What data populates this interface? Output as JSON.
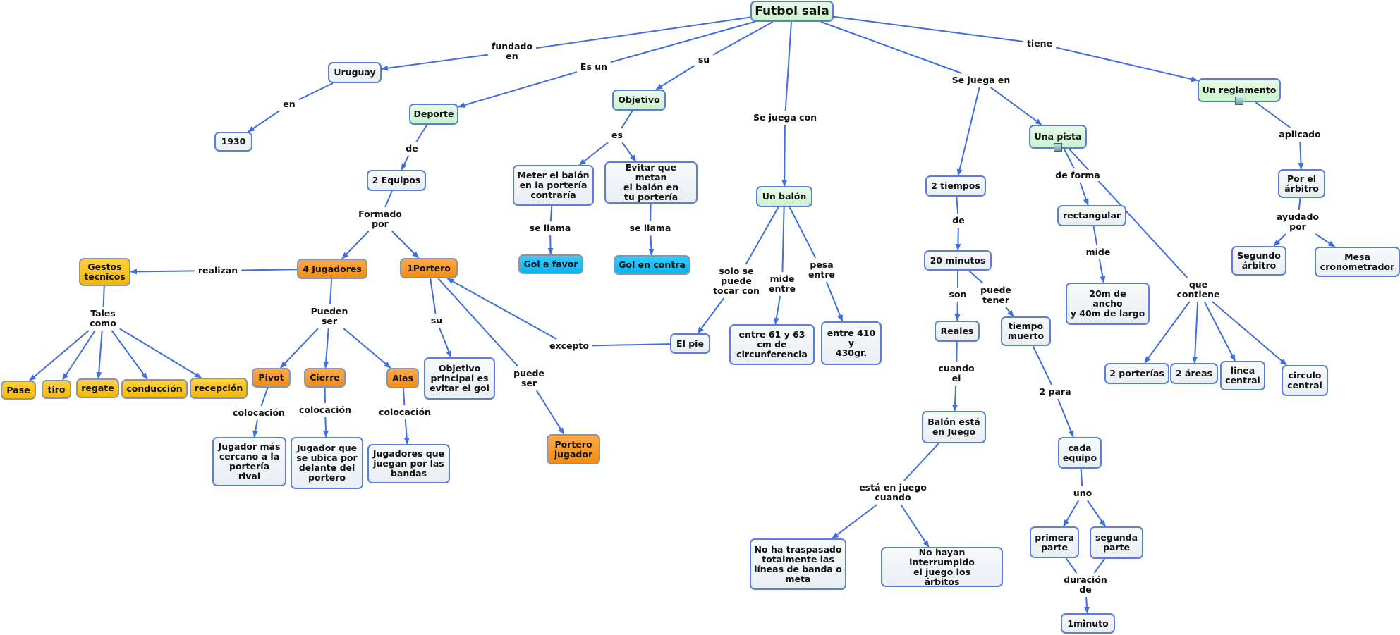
{
  "title": "Futbol sala",
  "nodes": [
    {
      "id": "futbol_sala",
      "text": "Futbol sala",
      "style": "green"
    },
    {
      "id": "uruguay",
      "text": "Uruguay",
      "style": "plain"
    },
    {
      "id": "y1930",
      "text": "1930",
      "style": "plain"
    },
    {
      "id": "deporte",
      "text": "Deporte",
      "style": "green"
    },
    {
      "id": "objetivo",
      "text": "Objetivo",
      "style": "green"
    },
    {
      "id": "un_balon",
      "text": "Un balón",
      "style": "green"
    },
    {
      "id": "un_reglamento",
      "text": "Un reglamento",
      "style": "green"
    },
    {
      "id": "una_pista",
      "text": "Una pista",
      "style": "green"
    },
    {
      "id": "dos_equipos",
      "text": "2 Equipos",
      "style": "plain"
    },
    {
      "id": "meter_balon",
      "text": "Meter el balón\nen la portería\ncontraría",
      "style": "plain"
    },
    {
      "id": "evitar",
      "text": "Evitar que metan\nel balón en\ntu portería",
      "style": "plain"
    },
    {
      "id": "gol_favor",
      "text": "Gol a favor",
      "style": "blue"
    },
    {
      "id": "gol_contra",
      "text": "Gol en contra",
      "style": "blue"
    },
    {
      "id": "gestos",
      "text": "Gestos\ntecnicos",
      "style": "yellow"
    },
    {
      "id": "cuatro_jug",
      "text": "4 Jugadores",
      "style": "orange"
    },
    {
      "id": "portero1",
      "text": "1Portero",
      "style": "orange"
    },
    {
      "id": "pase",
      "text": "Pase",
      "style": "yellow"
    },
    {
      "id": "tiro",
      "text": "tiro",
      "style": "yellow"
    },
    {
      "id": "regate",
      "text": "regate",
      "style": "yellow"
    },
    {
      "id": "conduccion",
      "text": "conducción",
      "style": "yellow"
    },
    {
      "id": "recepcion",
      "text": "recepción",
      "style": "yellow"
    },
    {
      "id": "pivot",
      "text": "Pivot",
      "style": "orange"
    },
    {
      "id": "cierre",
      "text": "Cierre",
      "style": "orange"
    },
    {
      "id": "alas",
      "text": "Alas",
      "style": "orange"
    },
    {
      "id": "jug_cercano",
      "text": "Jugador más\ncercano a la\nportería\nrival",
      "style": "plain"
    },
    {
      "id": "jug_delante",
      "text": "Jugador que\nse ubica por\ndelante del\nportero",
      "style": "plain"
    },
    {
      "id": "jug_bandas",
      "text": "Jugadores que\njuegan por las\nbandas",
      "style": "plain"
    },
    {
      "id": "obj_principal",
      "text": "Objetivo\nprincipal es\nevitar el gol",
      "style": "plain"
    },
    {
      "id": "portero_jugador",
      "text": "Portero\njugador",
      "style": "orange"
    },
    {
      "id": "el_pie",
      "text": "El pie",
      "style": "plain"
    },
    {
      "id": "entre_61",
      "text": "entre 61 y 63\ncm de\ncircunferencia",
      "style": "plain"
    },
    {
      "id": "entre_410",
      "text": "entre 410\ny\n430gr.",
      "style": "plain"
    },
    {
      "id": "dos_tiempos",
      "text": "2 tiempos",
      "style": "plain"
    },
    {
      "id": "veinte_min",
      "text": "20 minutos",
      "style": "plain"
    },
    {
      "id": "reales",
      "text": "Reales",
      "style": "plain"
    },
    {
      "id": "tiempo_muerto",
      "text": "tiempo\nmuerto",
      "style": "plain"
    },
    {
      "id": "balon_juego",
      "text": "Balón está\nen Juego",
      "style": "plain"
    },
    {
      "id": "no_traspasado",
      "text": "No ha traspasado\ntotalmente las\nlíneas de banda o\nmeta",
      "style": "plain"
    },
    {
      "id": "no_interrumpido",
      "text": "No hayan interrumpido\nel juego los\nárbitos",
      "style": "plain"
    },
    {
      "id": "cada_equipo",
      "text": "cada\nequipo",
      "style": "plain"
    },
    {
      "id": "primera",
      "text": "primera\nparte",
      "style": "plain"
    },
    {
      "id": "segunda",
      "text": "segunda\nparte",
      "style": "plain"
    },
    {
      "id": "un_minuto",
      "text": "1minuto",
      "style": "plain"
    },
    {
      "id": "rectangular",
      "text": "rectangular",
      "style": "plain"
    },
    {
      "id": "medidas",
      "text": "20m de\nancho\ny 40m de largo",
      "style": "plain"
    },
    {
      "id": "dos_porterias",
      "text": "2 porterías",
      "style": "plain"
    },
    {
      "id": "dos_areas",
      "text": "2 áreas",
      "style": "plain"
    },
    {
      "id": "linea_central",
      "text": "linea\ncentral",
      "style": "plain"
    },
    {
      "id": "circulo_central",
      "text": "circulo\ncentral",
      "style": "plain"
    },
    {
      "id": "por_arbitro",
      "text": "Por el\nárbitro",
      "style": "plain"
    },
    {
      "id": "segundo_arbitro",
      "text": "Segundo\nárbitro",
      "style": "plain"
    },
    {
      "id": "mesa_crono",
      "text": "Mesa\ncronometrador",
      "style": "plain"
    }
  ],
  "labels": [
    {
      "id": "l_fundado",
      "text": "fundado\nen"
    },
    {
      "id": "l_en",
      "text": "en"
    },
    {
      "id": "l_esun",
      "text": "Es un"
    },
    {
      "id": "l_su1",
      "text": "su"
    },
    {
      "id": "l_juega_con",
      "text": "Se juega con"
    },
    {
      "id": "l_juega_en",
      "text": "Se juega en"
    },
    {
      "id": "l_tiene",
      "text": "tiene"
    },
    {
      "id": "l_de1",
      "text": "de"
    },
    {
      "id": "l_formado",
      "text": "Formado\npor"
    },
    {
      "id": "l_es",
      "text": "es"
    },
    {
      "id": "l_sellama1",
      "text": "se llama"
    },
    {
      "id": "l_sellama2",
      "text": "se llama"
    },
    {
      "id": "l_realizan",
      "text": "realizan"
    },
    {
      "id": "l_tales",
      "text": "Tales\ncomo"
    },
    {
      "id": "l_pueden",
      "text": "Pueden\nser"
    },
    {
      "id": "l_coloc1",
      "text": "colocación"
    },
    {
      "id": "l_coloc2",
      "text": "colocación"
    },
    {
      "id": "l_coloc3",
      "text": "colocación"
    },
    {
      "id": "l_su2",
      "text": "su"
    },
    {
      "id": "l_puede_ser",
      "text": "puede\nser"
    },
    {
      "id": "l_excepto",
      "text": "excepto"
    },
    {
      "id": "l_solo",
      "text": "solo se\npuede\ntocar con"
    },
    {
      "id": "l_mide_entre",
      "text": "mide\nentre"
    },
    {
      "id": "l_pesa",
      "text": "pesa\nentre"
    },
    {
      "id": "l_de2",
      "text": "de"
    },
    {
      "id": "l_son",
      "text": "son"
    },
    {
      "id": "l_puede_tener",
      "text": "puede\ntener"
    },
    {
      "id": "l_cuando",
      "text": "cuando\nel"
    },
    {
      "id": "l_esta_juego",
      "text": "está en juego\ncuando"
    },
    {
      "id": "l_2para",
      "text": "2 para"
    },
    {
      "id": "l_uno",
      "text": "uno"
    },
    {
      "id": "l_duracion",
      "text": "duración\nde"
    },
    {
      "id": "l_de_forma",
      "text": "de forma"
    },
    {
      "id": "l_mide",
      "text": "mide"
    },
    {
      "id": "l_que_contiene",
      "text": "que\ncontiene"
    },
    {
      "id": "l_aplicado",
      "text": "aplicado"
    },
    {
      "id": "l_ayudado",
      "text": "ayudado\npor"
    }
  ],
  "edges": [
    [
      "futbol_sala",
      "l_fundado"
    ],
    [
      "l_fundado",
      "uruguay"
    ],
    [
      "uruguay",
      "l_en"
    ],
    [
      "l_en",
      "y1930"
    ],
    [
      "futbol_sala",
      "l_esun"
    ],
    [
      "l_esun",
      "deporte"
    ],
    [
      "futbol_sala",
      "l_su1"
    ],
    [
      "l_su1",
      "objetivo"
    ],
    [
      "futbol_sala",
      "l_juega_con"
    ],
    [
      "l_juega_con",
      "un_balon"
    ],
    [
      "futbol_sala",
      "l_juega_en"
    ],
    [
      "l_juega_en",
      "dos_tiempos"
    ],
    [
      "l_juega_en",
      "una_pista"
    ],
    [
      "futbol_sala",
      "l_tiene"
    ],
    [
      "l_tiene",
      "un_reglamento"
    ],
    [
      "deporte",
      "l_de1"
    ],
    [
      "l_de1",
      "dos_equipos"
    ],
    [
      "dos_equipos",
      "l_formado"
    ],
    [
      "l_formado",
      "cuatro_jug"
    ],
    [
      "l_formado",
      "portero1"
    ],
    [
      "objetivo",
      "l_es"
    ],
    [
      "l_es",
      "meter_balon"
    ],
    [
      "l_es",
      "evitar"
    ],
    [
      "meter_balon",
      "l_sellama1"
    ],
    [
      "l_sellama1",
      "gol_favor"
    ],
    [
      "evitar",
      "l_sellama2"
    ],
    [
      "l_sellama2",
      "gol_contra"
    ],
    [
      "cuatro_jug",
      "l_realizan"
    ],
    [
      "l_realizan",
      "gestos"
    ],
    [
      "gestos",
      "l_tales"
    ],
    [
      "l_tales",
      "pase"
    ],
    [
      "l_tales",
      "tiro"
    ],
    [
      "l_tales",
      "regate"
    ],
    [
      "l_tales",
      "conduccion"
    ],
    [
      "l_tales",
      "recepcion"
    ],
    [
      "cuatro_jug",
      "l_pueden"
    ],
    [
      "l_pueden",
      "pivot"
    ],
    [
      "l_pueden",
      "cierre"
    ],
    [
      "l_pueden",
      "alas"
    ],
    [
      "pivot",
      "l_coloc1"
    ],
    [
      "l_coloc1",
      "jug_cercano"
    ],
    [
      "cierre",
      "l_coloc2"
    ],
    [
      "l_coloc2",
      "jug_delante"
    ],
    [
      "alas",
      "l_coloc3"
    ],
    [
      "l_coloc3",
      "jug_bandas"
    ],
    [
      "portero1",
      "l_su2"
    ],
    [
      "l_su2",
      "obj_principal"
    ],
    [
      "portero1",
      "l_puede_ser"
    ],
    [
      "l_puede_ser",
      "portero_jugador"
    ],
    [
      "el_pie",
      "l_excepto"
    ],
    [
      "l_excepto",
      "portero1"
    ],
    [
      "un_balon",
      "l_solo"
    ],
    [
      "l_solo",
      "el_pie"
    ],
    [
      "un_balon",
      "l_mide_entre"
    ],
    [
      "l_mide_entre",
      "entre_61"
    ],
    [
      "un_balon",
      "l_pesa"
    ],
    [
      "l_pesa",
      "entre_410"
    ],
    [
      "dos_tiempos",
      "l_de2"
    ],
    [
      "l_de2",
      "veinte_min"
    ],
    [
      "veinte_min",
      "l_son"
    ],
    [
      "l_son",
      "reales"
    ],
    [
      "veinte_min",
      "l_puede_tener"
    ],
    [
      "l_puede_tener",
      "tiempo_muerto"
    ],
    [
      "reales",
      "l_cuando"
    ],
    [
      "l_cuando",
      "balon_juego"
    ],
    [
      "balon_juego",
      "l_esta_juego"
    ],
    [
      "l_esta_juego",
      "no_traspasado"
    ],
    [
      "l_esta_juego",
      "no_interrumpido"
    ],
    [
      "tiempo_muerto",
      "l_2para"
    ],
    [
      "l_2para",
      "cada_equipo"
    ],
    [
      "cada_equipo",
      "l_uno"
    ],
    [
      "l_uno",
      "primera"
    ],
    [
      "l_uno",
      "segunda"
    ],
    [
      "primera",
      "l_duracion"
    ],
    [
      "segunda",
      "l_duracion"
    ],
    [
      "l_duracion",
      "un_minuto"
    ],
    [
      "una_pista",
      "l_de_forma"
    ],
    [
      "l_de_forma",
      "rectangular"
    ],
    [
      "rectangular",
      "l_mide"
    ],
    [
      "l_mide",
      "medidas"
    ],
    [
      "una_pista",
      "l_que_contiene"
    ],
    [
      "l_que_contiene",
      "dos_porterias"
    ],
    [
      "l_que_contiene",
      "dos_areas"
    ],
    [
      "l_que_contiene",
      "linea_central"
    ],
    [
      "l_que_contiene",
      "circulo_central"
    ],
    [
      "un_reglamento",
      "l_aplicado"
    ],
    [
      "l_aplicado",
      "por_arbitro"
    ],
    [
      "por_arbitro",
      "l_ayudado"
    ],
    [
      "l_ayudado",
      "segundo_arbitro"
    ],
    [
      "l_ayudado",
      "mesa_crono"
    ]
  ],
  "colors": {
    "line": "#3f6fdc",
    "border": "#5b7fd6"
  }
}
